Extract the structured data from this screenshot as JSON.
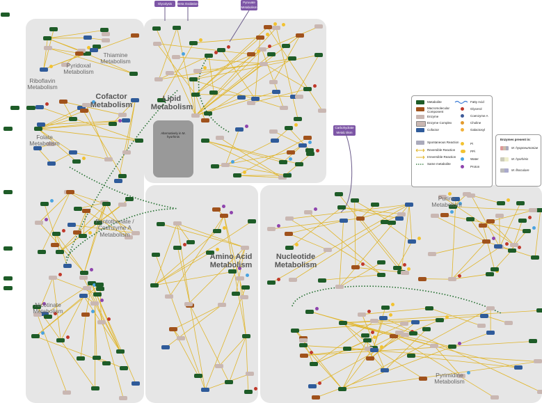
{
  "regions": {
    "cofactor": {
      "title": "Cofactor Metabolism"
    },
    "lipid": {
      "title": "Lipid Metabolism"
    },
    "amino_acid": {
      "title": "Amino Acid Metabolism"
    },
    "nucleotide": {
      "title": "Nucleotide Metabolism"
    }
  },
  "subpathways": {
    "riboflavin": "Riboflavin Metabolism",
    "pyridoxal": "Pyridoxal Metabolism",
    "thiamine": "Thiamine Metabolism",
    "folate": "Folate Metabolism",
    "pantothenate": "Pantothenate / Coenzyme A Metabolism",
    "nicotinate": "Nicotinate Metabolism",
    "purine": "Purine Metabolism",
    "pyrimidine": "Pyrimidine Metabolism"
  },
  "top_tags": [
    "Glycolysis",
    "Beta Oxidation",
    "Pyruvate Metabolism"
  ],
  "side_tag": "Carbohydrate Metabolism",
  "inset_text": "Alternatively in M. hyorhinis",
  "legend": {
    "items_left": [
      "Metabolite",
      "Macromolecular Component",
      "Enzyme",
      "Enzyme Complex",
      "Cofactor"
    ],
    "items_mid": [
      "Fatty Acid",
      "Glycerol",
      "Coenzyme A",
      "Choline",
      "Galactosyl"
    ],
    "reactions": [
      "Spontaneous Reaction",
      "Reversible Reaction",
      "Irreversible Reaction",
      "Same metabolite"
    ],
    "ions": [
      "Pi",
      "PPi",
      "Water",
      "Proton"
    ]
  },
  "enzyme_legend": {
    "title": "Enzymes present in:",
    "items": [
      "M. hyopneumoniae",
      "M. hyorhinis",
      "M. flocculare"
    ]
  },
  "colors": {
    "region_bg": "#e6e6e6",
    "metabolite": "#1e5c28",
    "macromolecule": "#a0521c",
    "cofactor": "#2f5b9a",
    "enzyme": "#c9b7b2",
    "reaction_line": "#e0b52a",
    "same_metabolite_line": "#1e6b2a",
    "carbohydrate_tag": "#7d56a6"
  }
}
